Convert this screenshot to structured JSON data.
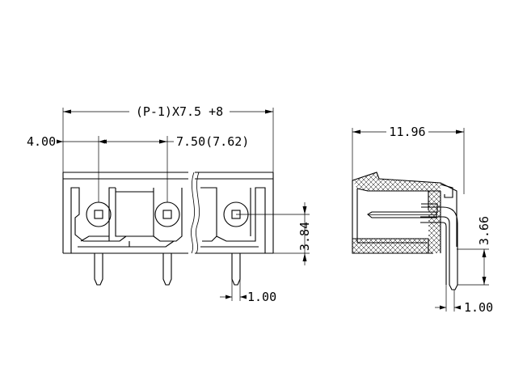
{
  "front_view": {
    "overall_width_label": "(P-1)X7.5 +8",
    "edge_offset_label": "4.00",
    "pitch_label": "7.50(7.62)",
    "height_label": "3.84",
    "pin_width_label": "1.00"
  },
  "side_view": {
    "depth_label": "11.96",
    "pin_offset_label": "3.66",
    "pin_width_label": "1.00"
  }
}
